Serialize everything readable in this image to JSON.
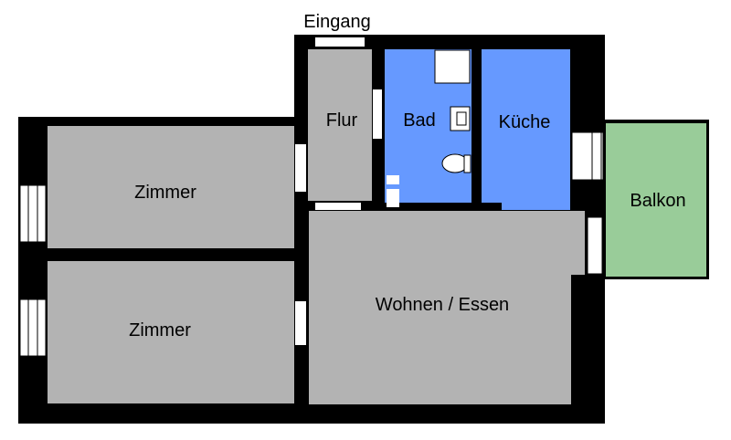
{
  "plan": {
    "entrance_label": "Eingang",
    "rooms": {
      "flur": "Flur",
      "bad": "Bad",
      "kueche": "Küche",
      "balkon": "Balkon",
      "zimmer_top": "Zimmer",
      "zimmer_bottom": "Zimmer",
      "wohnen": "Wohnen / Essen"
    },
    "colors": {
      "wall": "#000000",
      "room_grey": "#b3b3b3",
      "wet_blue": "#6699ff",
      "balcony_green": "#99cc99",
      "door_window": "#ffffff"
    }
  }
}
